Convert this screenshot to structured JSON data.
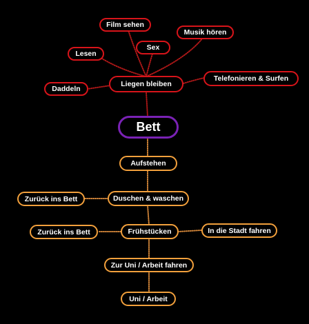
{
  "colors": {
    "background": "#000000",
    "red_outline": "#d8141a",
    "orange_outline": "#f2a03c",
    "purple_outline": "#7a22b5",
    "text": "#ffffff"
  },
  "nodes": {
    "bett": "Bett",
    "liegen_bleiben": "Liegen bleiben",
    "film_sehen": "Film sehen",
    "musik_hoeren": "Musik hören",
    "sex": "Sex",
    "lesen": "Lesen",
    "telefonieren": "Telefonieren & Surfen",
    "daddeln": "Daddeln",
    "aufstehen": "Aufstehen",
    "duschen": "Duschen & waschen",
    "zurueck_1": "Zurück ins Bett",
    "fruehstuecken": "Frühstücken",
    "zurueck_2": "Zurück ins Bett",
    "stadt": "In die Stadt fahren",
    "zur_uni": "Zur Uni / Arbeit fahren",
    "uni": "Uni / Arbeit"
  }
}
